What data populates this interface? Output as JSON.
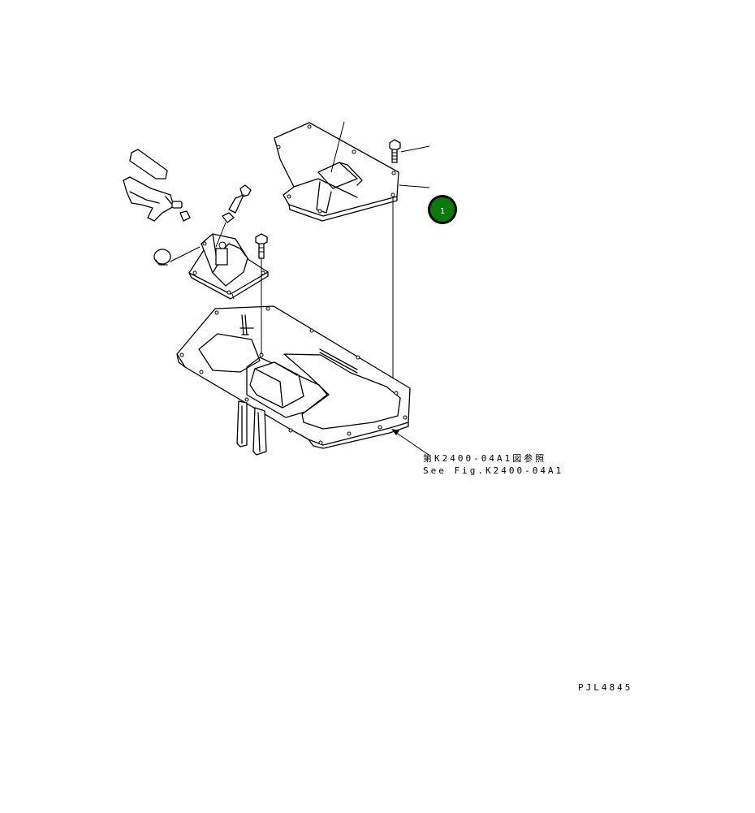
{
  "reference": {
    "ja": "第K2400-04A1図参照",
    "en": "See Fig.K2400-04A1"
  },
  "drawing_id": "PJL4845",
  "callouts": [
    {
      "number": "1",
      "color": "#0a7a0a"
    }
  ]
}
